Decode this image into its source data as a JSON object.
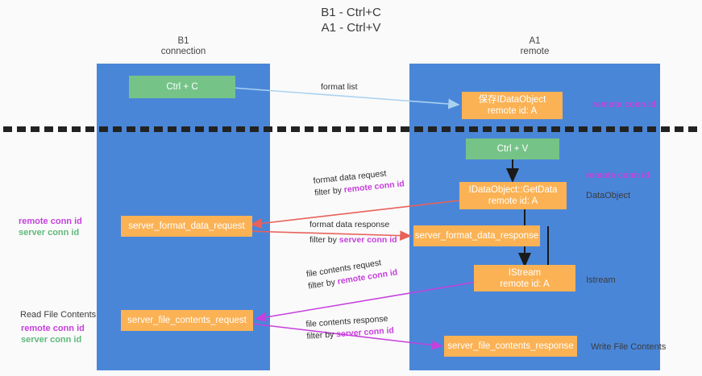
{
  "title": {
    "line1": "B1 - Ctrl+C",
    "line2": "A1 - Ctrl+V"
  },
  "lanes": [
    {
      "id": "b1",
      "name": "B1",
      "sub": "connection",
      "color": "#4a86d8"
    },
    {
      "id": "a1",
      "name": "A1",
      "sub": "remote",
      "color": "#4a86d8"
    }
  ],
  "nodes": {
    "ctrl_c": {
      "label": "Ctrl + C",
      "line2": "",
      "color": "#76c388"
    },
    "save_idataobject": {
      "label": "保存IDataObject",
      "line2": "remote id: A",
      "color": "#fbb254"
    },
    "ctrl_v": {
      "label": "Ctrl + V",
      "line2": "",
      "color": "#76c388"
    },
    "getdata": {
      "label": "IDataObject::GetData",
      "line2": "remote id: A",
      "color": "#fbb254"
    },
    "server_format_data_request": {
      "label": "server_format_data_request",
      "line2": "",
      "color": "#fbb254"
    },
    "server_format_data_response": {
      "label": "server_format_data_response",
      "line2": "",
      "color": "#fbb254"
    },
    "istream": {
      "label": "IStream",
      "line2": "remote id: A",
      "color": "#fbb254"
    },
    "server_file_contents_request": {
      "label": "server_file_contents_request",
      "line2": "",
      "color": "#fbb254"
    },
    "server_file_contents_response": {
      "label": "server_file_contents_response",
      "line2": "",
      "color": "#fbb254"
    }
  },
  "edges": {
    "format_list": {
      "line1": "format list"
    },
    "format_data_request": {
      "line1": "format data request",
      "line2_prefix": "filter by ",
      "line2_highlight": "remote conn id"
    },
    "format_data_response": {
      "line1": "format data response",
      "line2_prefix": "filter by ",
      "line2_highlight": "server conn id"
    },
    "file_contents_request": {
      "line1": "file contents request",
      "line2_prefix": "filter by ",
      "line2_highlight": "remote conn id"
    },
    "file_contents_response": {
      "line1": "file contents response",
      "line2_prefix": "filter by ",
      "line2_highlight": "server conn id"
    }
  },
  "annotations": {
    "right_remote_conn_id_top": "remote conn id",
    "right_remote_conn_id_mid": "remote conn id",
    "right_dataobject": "DataObject",
    "right_istream": "Istream",
    "right_write_file_contents": "Write File Contents",
    "left_remote_conn_id_1": "remote conn id",
    "left_server_conn_id_1": "server conn id",
    "left_read_file_contents": "Read File Contents",
    "left_remote_conn_id_2": "remote conn id",
    "left_server_conn_id_2": "server conn id"
  },
  "colors": {
    "lane": "#4a86d8",
    "green_node": "#76c388",
    "orange_node": "#fbb254",
    "magenta": "#c640dd",
    "green_text": "#5fb97a",
    "arrow_lightblue": "#a9d2f0",
    "arrow_black": "#1a1a1a",
    "arrow_red": "#e8615a",
    "arrow_magenta": "#c640dd",
    "background": "#fafafa",
    "divider": "#222222"
  }
}
